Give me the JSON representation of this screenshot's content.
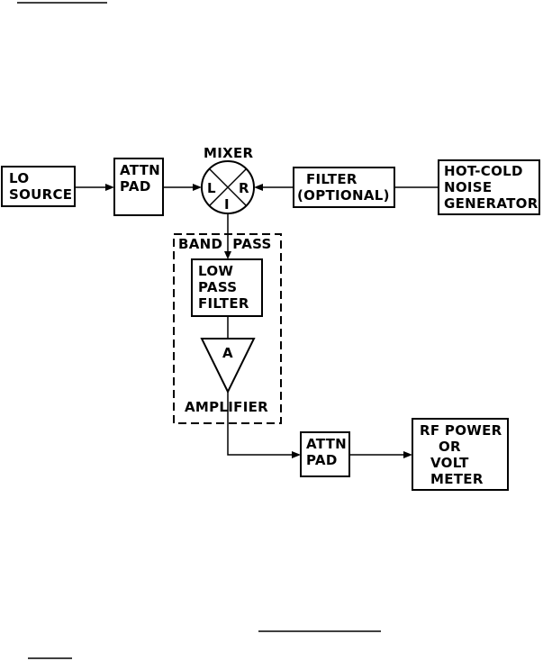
{
  "blocks": {
    "lo_source": {
      "line1": "LO",
      "line2": "SOURCE"
    },
    "attn_pad_1": {
      "line1": "ATTN",
      "line2": "PAD"
    },
    "mixer": {
      "title": "MIXER",
      "port_l": "L",
      "port_r": "R",
      "port_i": "I"
    },
    "filter": {
      "line1": "FILTER",
      "line2": "(OPTIONAL)"
    },
    "noise_gen": {
      "line1": "HOT-COLD",
      "line2": "NOISE",
      "line3": "GENERATOR"
    },
    "band_pass": {
      "label": "BAND  PASS"
    },
    "low_pass": {
      "line1": "LOW",
      "line2": "PASS",
      "line3": "FILTER"
    },
    "amplifier": {
      "symbol": "A",
      "label": "AMPLIFIER"
    },
    "attn_pad_2": {
      "line1": "ATTN",
      "line2": "PAD"
    },
    "meter": {
      "line1": "RF POWER",
      "line2": "OR",
      "line3": "VOLT",
      "line4": "METER"
    }
  }
}
